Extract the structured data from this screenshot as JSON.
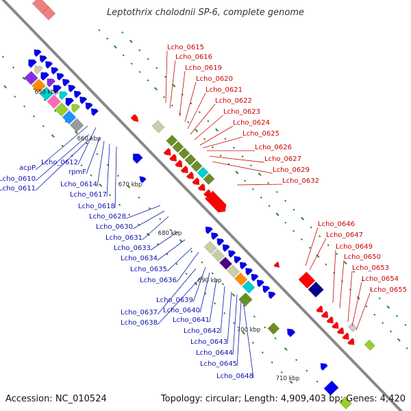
{
  "title": "Leptothrix cholodnii SP-6, complete genome",
  "footer": {
    "accession": "Accession: NC_010524",
    "summary": "Topology: circular; Length: 4,909,403 bp; Genes: 4,420"
  },
  "scale_labels": [
    "650 kbp",
    "660 kbp",
    "670 kbp",
    "680 kbp",
    "690 kbp",
    "700 kbp",
    "710 kbp"
  ],
  "red_labels": [
    "Lcho_0615",
    "Lcho_0616",
    "Lcho_0619",
    "Lcho_0620",
    "Lcho_0621",
    "Lcho_0622",
    "Lcho_0623",
    "Lcho_0624",
    "Lcho_0625",
    "Lcho_0626",
    "Lcho_0627",
    "Lcho_0629",
    "Lcho_0632",
    "Lcho_0646",
    "Lcho_0647",
    "Lcho_0649",
    "Lcho_0650",
    "Lcho_0653",
    "Lcho_0654",
    "Lcho_0655"
  ],
  "blue_labels": [
    "acpP",
    "Lcho_0612",
    "Lcho_0610",
    "Lcho_0611",
    "rpmF",
    "Lcho_0614",
    "Lcho_0617",
    "Lcho_0618",
    "Lcho_0628",
    "Lcho_0630",
    "Lcho_0631",
    "Lcho_0633",
    "Lcho_0634",
    "Lcho_0635",
    "Lcho_0636",
    "Lcho_0639",
    "Lcho_0640",
    "Lcho_0637",
    "Lcho_0638",
    "Lcho_0641",
    "Lcho_0642",
    "Lcho_0643",
    "Lcho_0644",
    "Lcho_0645",
    "Lcho_0648"
  ],
  "colors": {
    "forward": "#ff0000",
    "reverse": "#0000ee",
    "backbone": "#888888",
    "tick": "#228822",
    "label_red": "#cc0000",
    "label_blue": "#1010b0"
  }
}
